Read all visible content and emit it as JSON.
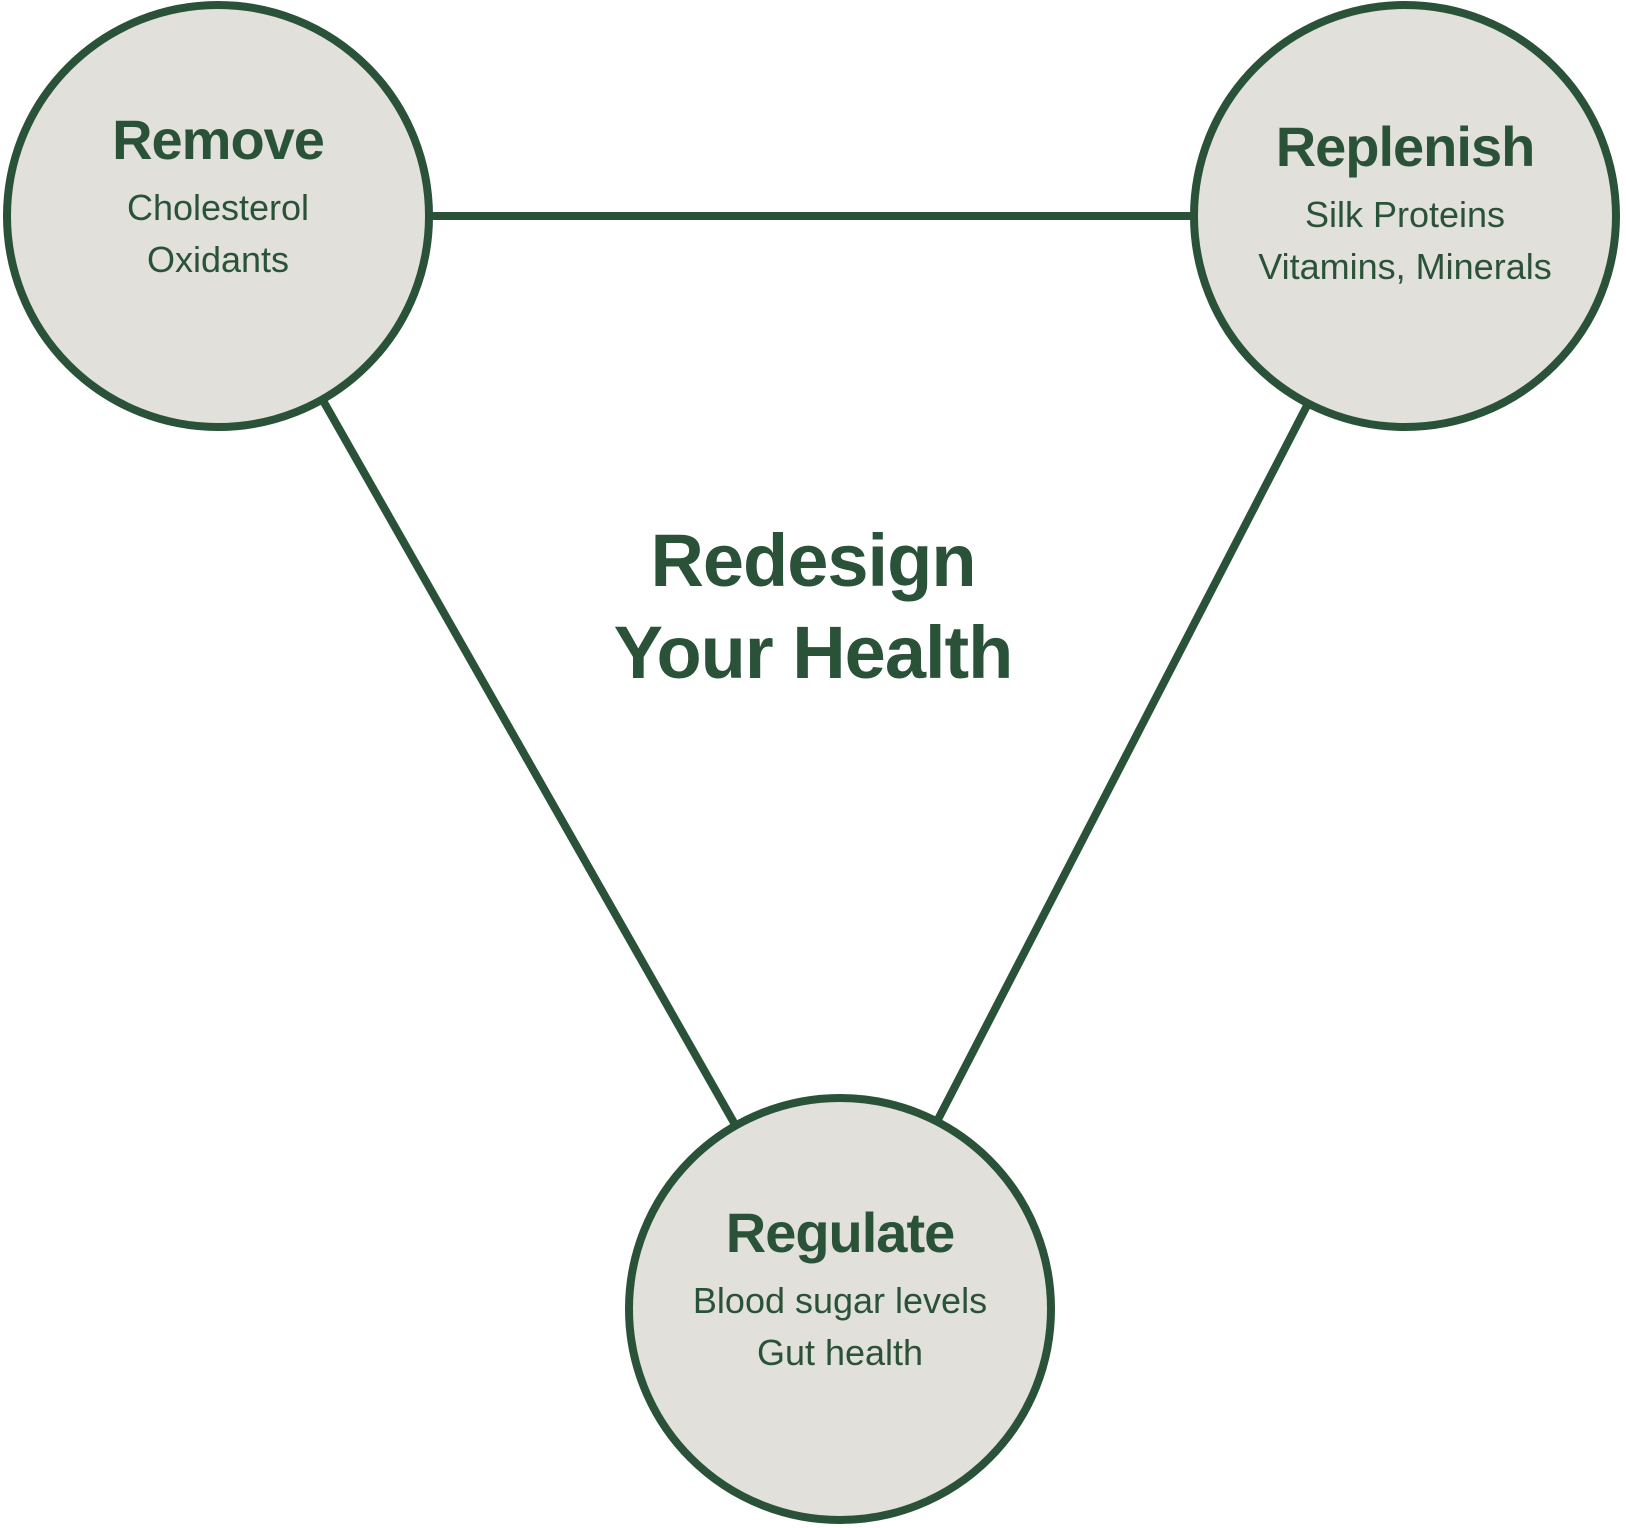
{
  "colors": {
    "stroke": "#2a5238",
    "fill": "#e2e0da",
    "background": "#ffffff"
  },
  "center_title": {
    "line1": "Redesign",
    "line2": "Your Health"
  },
  "nodes": [
    {
      "title": "Remove",
      "items": [
        "Cholesterol",
        "Oxidants"
      ]
    },
    {
      "title": "Replenish",
      "items": [
        "Silk Proteins",
        "Vitamins, Minerals"
      ]
    },
    {
      "title": "Regulate",
      "items": [
        "Blood sugar levels",
        "Gut health"
      ]
    }
  ]
}
